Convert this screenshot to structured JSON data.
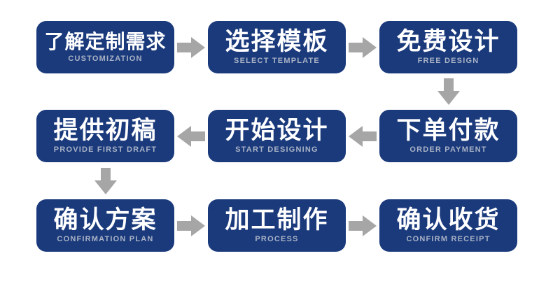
{
  "colors": {
    "node": "#1a3a7c",
    "arrow": "#a6a6a6",
    "title": "#ffffff",
    "subtitle": "#aab3c5",
    "background": "#ffffff"
  },
  "flow": {
    "nodes": [
      {
        "title": "了解定制需求",
        "subtitle": "CUSTOMIZATION"
      },
      {
        "title": "选择模板",
        "subtitle": "SELECT TEMPLATE"
      },
      {
        "title": "免费设计",
        "subtitle": "FREE DESIGN"
      },
      {
        "title": "下单付款",
        "subtitle": "ORDER PAYMENT"
      },
      {
        "title": "开始设计",
        "subtitle": "START DESIGNING"
      },
      {
        "title": "提供初稿",
        "subtitle": "PROVIDE FIRST DRAFT"
      },
      {
        "title": "确认方案",
        "subtitle": "CONFIRMATION PLAN"
      },
      {
        "title": "加工制作",
        "subtitle": "PROCESS"
      },
      {
        "title": "确认收货",
        "subtitle": "CONFIRM RECEIPT"
      }
    ]
  }
}
